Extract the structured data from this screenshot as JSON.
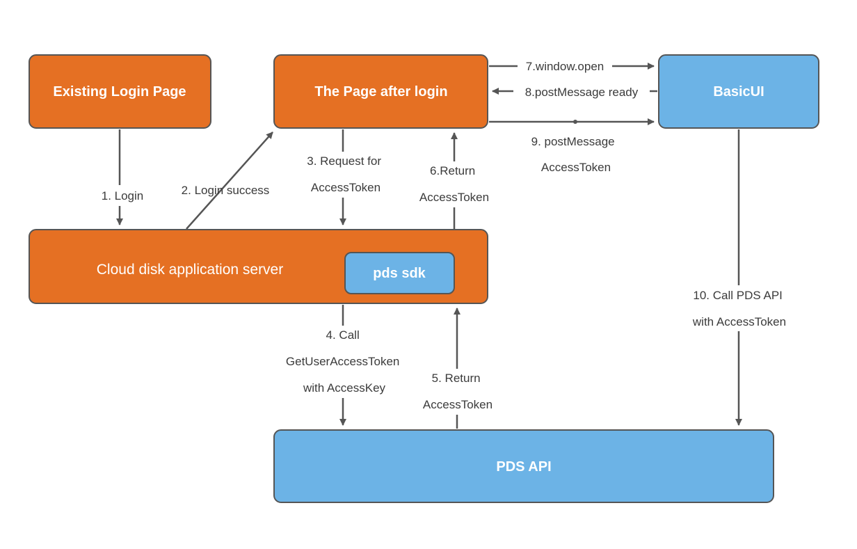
{
  "colors": {
    "orange_fill": "#e57023",
    "blue_fill": "#6cb3e6",
    "box_stroke": "#555555",
    "arrow": "#555555",
    "label_text": "#3b3b3b",
    "box_text": "#ffffff"
  },
  "nodes": {
    "existing_login_page": "Existing Login Page",
    "page_after_login": "The Page after login",
    "basic_ui": "BasicUI",
    "cloud_disk_server": "Cloud disk application server",
    "pds_sdk": "pds sdk",
    "pds_api": "PDS API"
  },
  "edges": {
    "e1": [
      "1. Login"
    ],
    "e2": [
      "2. Login success"
    ],
    "e3": [
      "3. Request for",
      "AccessToken"
    ],
    "e4": [
      "4. Call",
      "GetUserAccessToken",
      "with AccessKey"
    ],
    "e5": [
      "5. Return",
      "AccessToken"
    ],
    "e6": [
      "6.Return",
      "AccessToken"
    ],
    "e7": [
      "7.window.open"
    ],
    "e8": [
      "8.postMessage ready"
    ],
    "e9": [
      "9. postMessage",
      "AccessToken"
    ],
    "e10": [
      "10. Call PDS API",
      "with AccessToken"
    ]
  }
}
